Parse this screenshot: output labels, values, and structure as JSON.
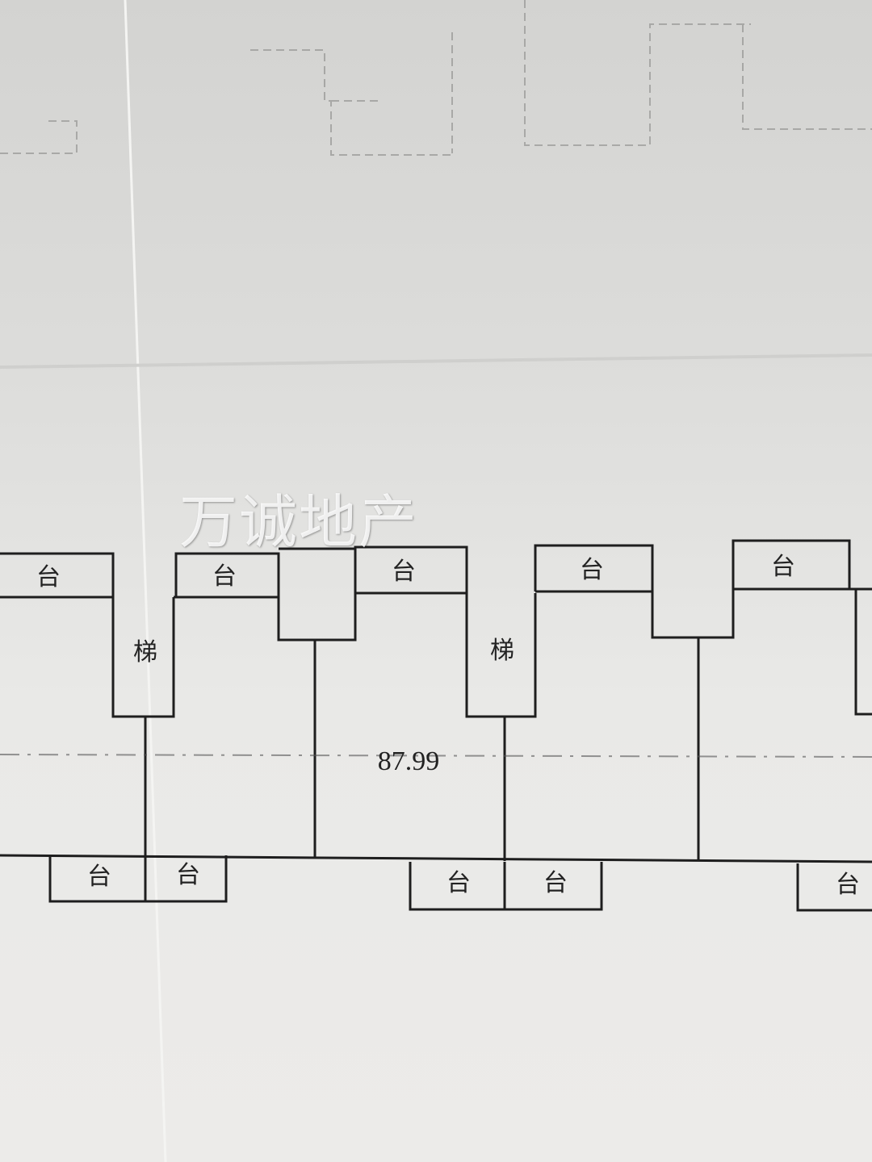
{
  "watermark": "万诚地产",
  "plan": {
    "top_balcony_labels": [
      "台",
      "台",
      "台",
      "台",
      "台"
    ],
    "stair_labels": [
      "梯",
      "梯"
    ],
    "area": "87.99",
    "bottom_balcony_labels": [
      "台",
      "台",
      "台",
      "台",
      "台"
    ]
  },
  "colors": {
    "line": "#1e1e1e",
    "paper": "#e6e6e4"
  }
}
